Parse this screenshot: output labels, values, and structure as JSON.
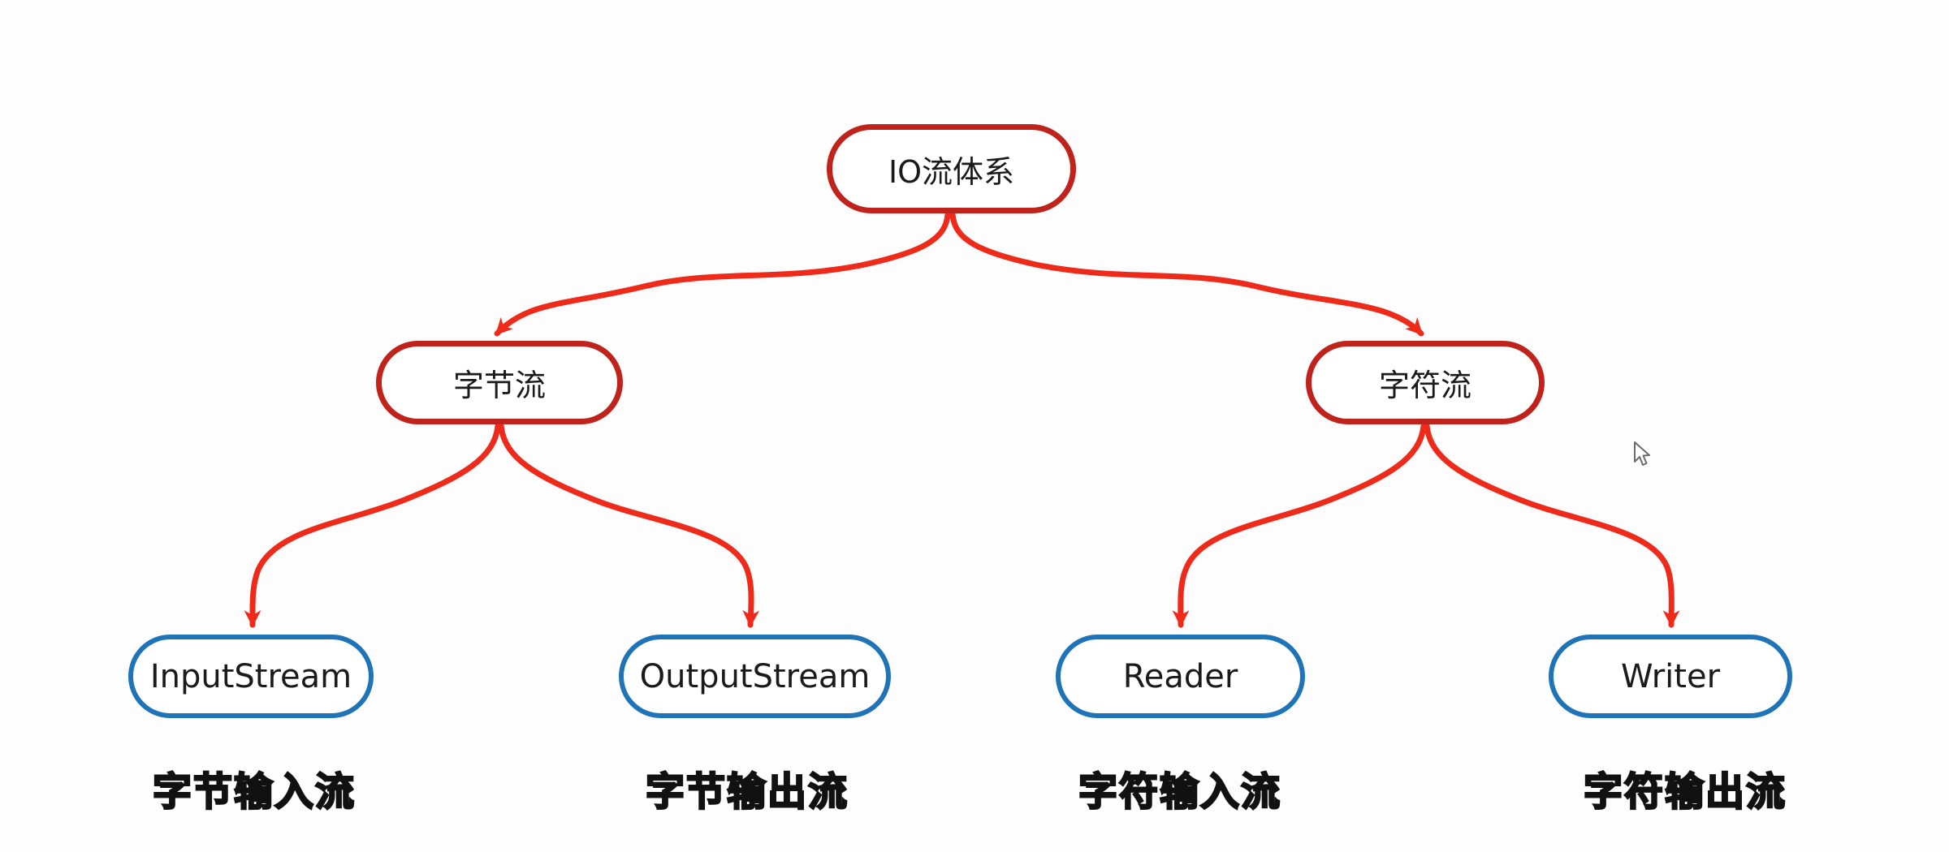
{
  "diagram_title": "IO流体系",
  "tree": {
    "root": {
      "label": "IO流体系"
    },
    "branches": [
      {
        "label": "字节流",
        "children": [
          {
            "label": "InputStream",
            "caption": "字节输入流"
          },
          {
            "label": "OutputStream",
            "caption": "字节输出流"
          }
        ]
      },
      {
        "label": "字符流",
        "children": [
          {
            "label": "Reader",
            "caption": "字符输入流"
          },
          {
            "label": "Writer",
            "caption": "字符输出流"
          }
        ]
      }
    ]
  },
  "colors": {
    "branch_node_border": "#c0231b",
    "leaf_node_border": "#1f74b8",
    "arrow": "#ee2a1b",
    "node_text": "#1a1a1a",
    "caption_text": "#111111",
    "background": "#fdfdfd"
  }
}
